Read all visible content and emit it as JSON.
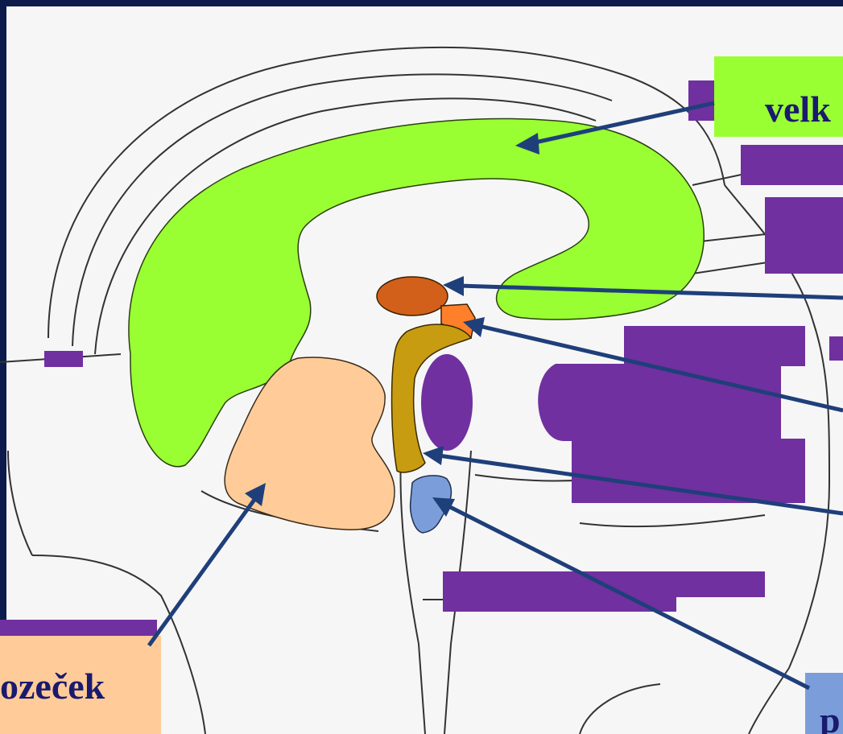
{
  "colors": {
    "frame": "#0d1b4c",
    "paper": "#f6f6f6",
    "line_art": "#333333",
    "cerebrum": "#99ff33",
    "cerebellum": "#ffcc99",
    "thalamus": "#d2601a",
    "hypothalamus": "#ff7f2a",
    "midbrain": "#c89c10",
    "pons": "#7b9edb",
    "mask": "#7030a0",
    "arrow": "#1f3f7a",
    "label_text": "#1a1a6e"
  },
  "labels": {
    "cerebrum": "velk",
    "cerebellum": "ozeček",
    "pons": "p"
  }
}
